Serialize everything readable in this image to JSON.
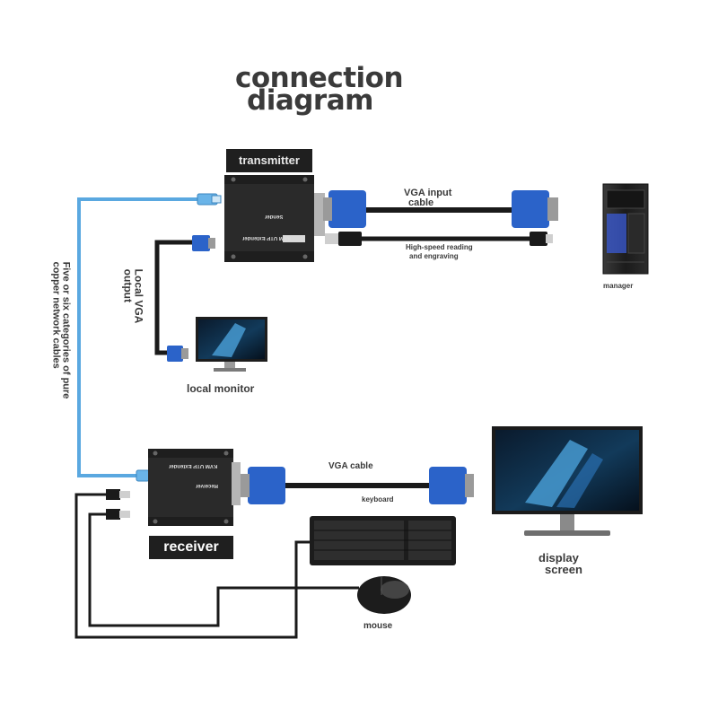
{
  "diagram": {
    "title_line1": "connection",
    "title_line2": "diagram",
    "transmitter_label": "transmitter",
    "receiver_label": "receiver",
    "vga_input_cable_line1": "VGA input",
    "vga_input_cable_line2": "cable",
    "usb_cable_line1": "High-speed reading",
    "usb_cable_line2": "and engraving",
    "manager_label": "manager",
    "local_vga_output_line1": "Local VGA",
    "local_vga_output_line2": "output",
    "network_cable_line1": "Five or six categories of pure",
    "network_cable_line2": "copper network cables",
    "local_monitor_label": "local monitor",
    "vga_cable_label": "VGA cable",
    "keyboard_label": "keyboard",
    "display_screen_line1": "display",
    "display_screen_line2": "screen",
    "mouse_label": "mouse",
    "sender_device_title": "KVM UTP Extender",
    "sender_device_sub": "Sender",
    "receiver_device_title": "KVM UTP Extender",
    "receiver_device_sub": "Receiver"
  },
  "colors": {
    "network_cable": "#5aa8e0",
    "vga_connector": "#2b63c9",
    "device_body": "#2a2a2a",
    "cable_black": "#1a1a1a",
    "text": "#3a3a3a"
  }
}
